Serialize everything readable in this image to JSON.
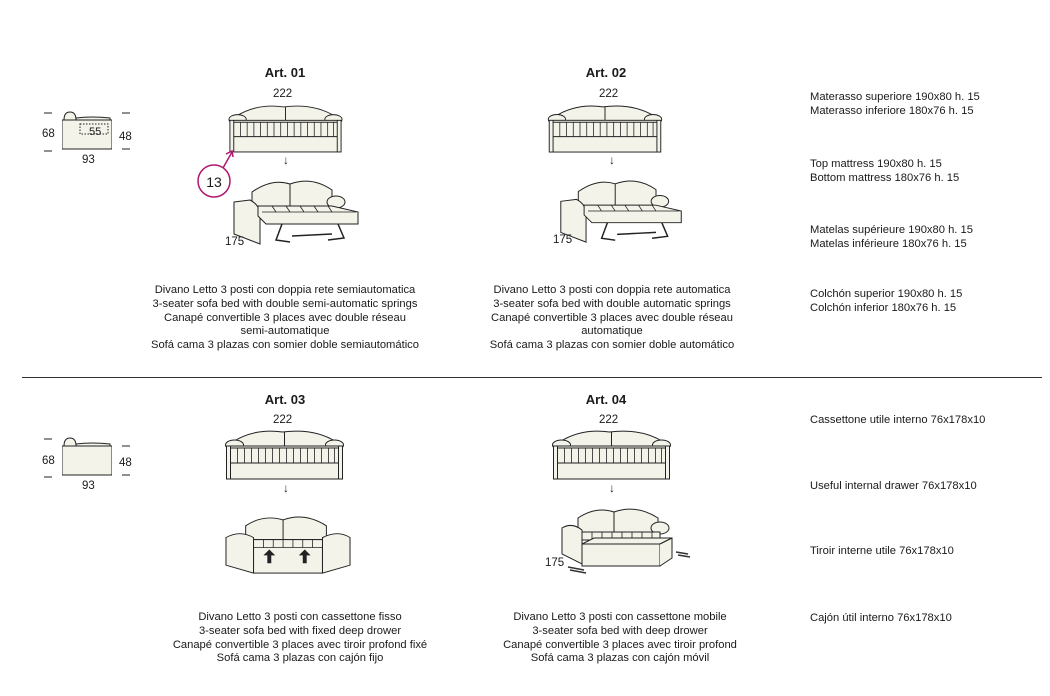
{
  "sections": [
    {
      "side_view": {
        "height": "68",
        "seat_height": "48",
        "depth": "93",
        "seat_depth": "55"
      },
      "articles": [
        {
          "title": "Art. 01",
          "width": "222",
          "open_length": "175",
          "callout": "13",
          "description": [
            "Divano Letto 3 posti con doppia rete semiautomatica",
            "3-seater sofa bed with double semi-automatic springs",
            "Canapé convertible 3 places avec double réseau",
            "semi-automatique",
            "Sofá cama 3 plazas con somier doble semiautomático"
          ]
        },
        {
          "title": "Art. 02",
          "width": "222",
          "open_length": "175",
          "description": [
            "Divano Letto 3 posti con doppia rete automatica",
            "3-seater sofa bed with double automatic springs",
            "Canapé convertible 3 places avec double réseau",
            "automatique",
            "Sofá cama 3 plazas con somier doble automático"
          ]
        }
      ],
      "specs": [
        [
          "Materasso superiore 190x80 h. 15",
          "Materasso inferiore 180x76 h. 15"
        ],
        [
          "Top mattress 190x80 h. 15",
          "Bottom mattress 180x76 h. 15"
        ],
        [
          "Matelas supérieure 190x80 h. 15",
          "Matelas inférieure 180x76 h. 15"
        ],
        [
          "Colchón superior 190x80 h. 15",
          "Colchón inferior 180x76 h. 15"
        ]
      ]
    },
    {
      "side_view": {
        "height": "68",
        "seat_height": "48",
        "depth": "93"
      },
      "articles": [
        {
          "title": "Art. 03",
          "width": "222",
          "description": [
            "Divano Letto 3 posti con cassettone fisso",
            "3-seater sofa bed with fixed deep drower",
            "Canapé convertible 3 places avec tiroir profond fixé",
            "Sofá cama 3 plazas con cajón fijo"
          ]
        },
        {
          "title": "Art. 04",
          "width": "222",
          "open_length": "175",
          "description": [
            "Divano Letto 3 posti con cassettone mobile",
            "3-seater sofa bed with deep drower",
            "Canapé convertible 3 places avec tiroir profond",
            "Sofá cama 3 plazas con cajón móvil"
          ]
        }
      ],
      "specs": [
        [
          "Cassettone utile interno 76x178x10"
        ],
        [
          "Useful internal drawer 76x178x10"
        ],
        [
          "Tiroir interne utile 76x178x10"
        ],
        [
          "Cajón útil interno 76x178x10"
        ]
      ]
    }
  ],
  "arrow": "↓",
  "colors": {
    "callout": "#b0176e",
    "fill": "#f3f3ea"
  }
}
